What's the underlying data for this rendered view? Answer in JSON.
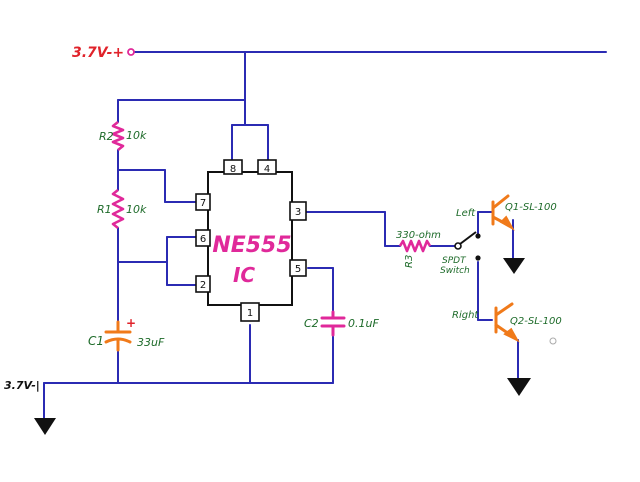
{
  "supply": {
    "positive_label": "3.7V-+",
    "negative_label": "3.7V-|"
  },
  "ic": {
    "line1": "NE555",
    "line2": "IC",
    "pins": [
      "8",
      "4",
      "7",
      "6",
      "2",
      "3",
      "5",
      "1"
    ]
  },
  "resistors": {
    "r2": {
      "name": "R2",
      "value": "10k"
    },
    "r1": {
      "name": "R1",
      "value": "10k"
    },
    "r3": {
      "name": "R3",
      "value": "330-ohm"
    }
  },
  "capacitors": {
    "c1": {
      "name": "C1",
      "value": "33uF",
      "polarity": "+"
    },
    "c2": {
      "name": "C2",
      "value": "0.1uF"
    }
  },
  "switch": {
    "line1": "SPDT",
    "line2": "Switch",
    "left_label": "Left",
    "right_label": "Right"
  },
  "transistors": {
    "q1": {
      "label": "Q1-SL-100"
    },
    "q2": {
      "label": "Q2-SL-100"
    }
  },
  "colors": {
    "wire": "#2b2bb3",
    "resistor": "#e0299a",
    "ic_text": "#e0299a",
    "label_green": "#1e6b2a",
    "label_red": "#e0222a",
    "transistor": "#f07a1a",
    "capacitor_c1": "#f07a1a",
    "capacitor_c2": "#e0299a",
    "ground": "#111111"
  }
}
